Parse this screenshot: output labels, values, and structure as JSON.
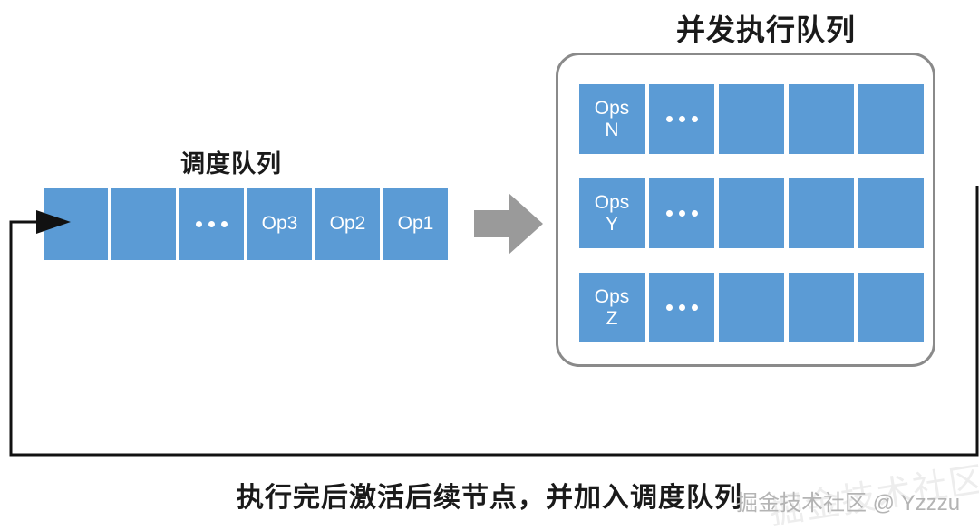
{
  "titles": {
    "concurrent_queue": "并发执行队列",
    "schedule_queue": "调度队列"
  },
  "schedule_queue": {
    "name": "调度队列",
    "boxes": [
      {
        "label": "",
        "kind": "empty"
      },
      {
        "label": "",
        "kind": "empty"
      },
      {
        "label": "",
        "kind": "ellipsis"
      },
      {
        "label": "Op3",
        "kind": "text"
      },
      {
        "label": "Op2",
        "kind": "text"
      },
      {
        "label": "Op1",
        "kind": "text"
      }
    ]
  },
  "concurrent_queue": {
    "name": "并发执行队列",
    "rows": [
      {
        "id": "row-n",
        "boxes": [
          {
            "label": "Ops\nN",
            "kind": "text"
          },
          {
            "label": "",
            "kind": "ellipsis"
          },
          {
            "label": "",
            "kind": "empty"
          },
          {
            "label": "",
            "kind": "empty"
          },
          {
            "label": "",
            "kind": "empty"
          }
        ]
      },
      {
        "id": "row-y",
        "boxes": [
          {
            "label": "Ops\nY",
            "kind": "text"
          },
          {
            "label": "",
            "kind": "ellipsis"
          },
          {
            "label": "",
            "kind": "empty"
          },
          {
            "label": "",
            "kind": "empty"
          },
          {
            "label": "",
            "kind": "empty"
          }
        ]
      },
      {
        "id": "row-z",
        "boxes": [
          {
            "label": "Ops\nZ",
            "kind": "text"
          },
          {
            "label": "",
            "kind": "ellipsis"
          },
          {
            "label": "",
            "kind": "empty"
          },
          {
            "label": "",
            "kind": "empty"
          },
          {
            "label": "",
            "kind": "empty"
          }
        ]
      }
    ]
  },
  "caption": "执行完后激活后续节点，并加入调度队列",
  "watermark": {
    "text": "掘金技术社区 @ Yzzzu",
    "ghost": "掘金技术社区 @ Yzzzu"
  },
  "colors": {
    "box_blue": "#5B9BD5",
    "panel_border": "#8a8a8a",
    "arrow_gray": "#9a9a9a",
    "line_black": "#111111",
    "text_dark": "#1a1a1a",
    "watermark_gray": "#b4b4b4"
  }
}
